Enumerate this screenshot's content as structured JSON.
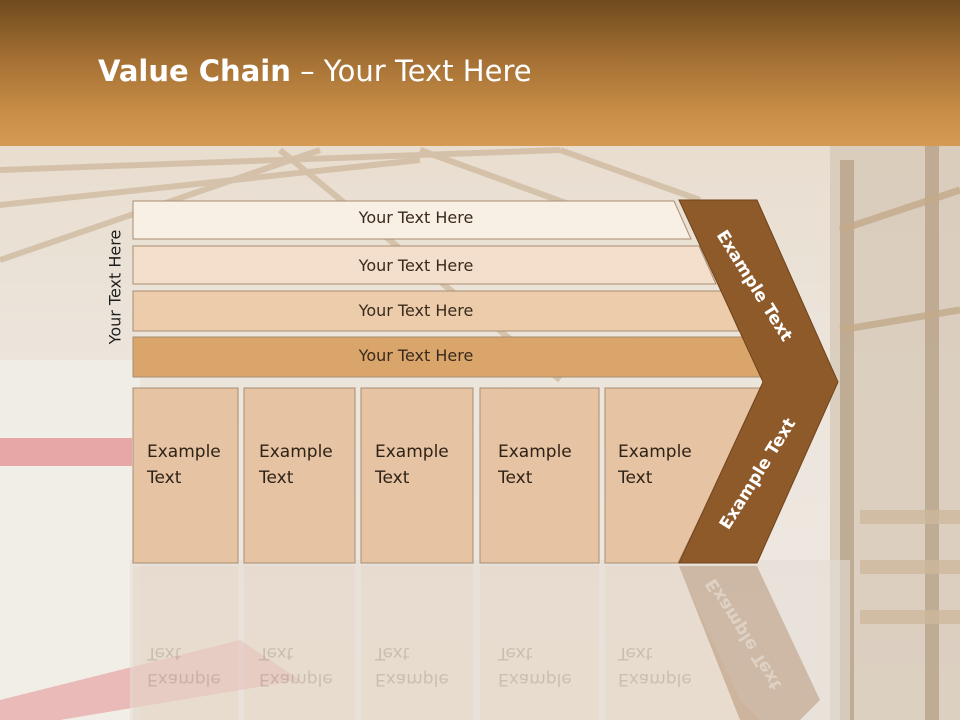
{
  "slide": {
    "title_bold": "Value Chain",
    "title_rest": " – Your Text Here"
  },
  "side_label": "Your Text Here",
  "bars": [
    {
      "label": "Your Text Here",
      "color": "#f8efe5"
    },
    {
      "label": "Your Text Here",
      "color": "#f3dfcb"
    },
    {
      "label": "Your Text Here",
      "color": "#ecccab"
    },
    {
      "label": "Your Text Here",
      "color": "#d9a56b"
    }
  ],
  "columns": [
    {
      "label": "Example\nText"
    },
    {
      "label": "Example\nText"
    },
    {
      "label": "Example\nText"
    },
    {
      "label": "Example\nText"
    },
    {
      "label": "Example\nText"
    }
  ],
  "chevron": {
    "top_label": "Example Text",
    "bottom_label": "Example Text",
    "color": "#8f5a2a"
  },
  "colors": {
    "header_top": "#6f4a1d",
    "header_bottom": "#d59b54",
    "column_fill": "#e6c3a3"
  }
}
